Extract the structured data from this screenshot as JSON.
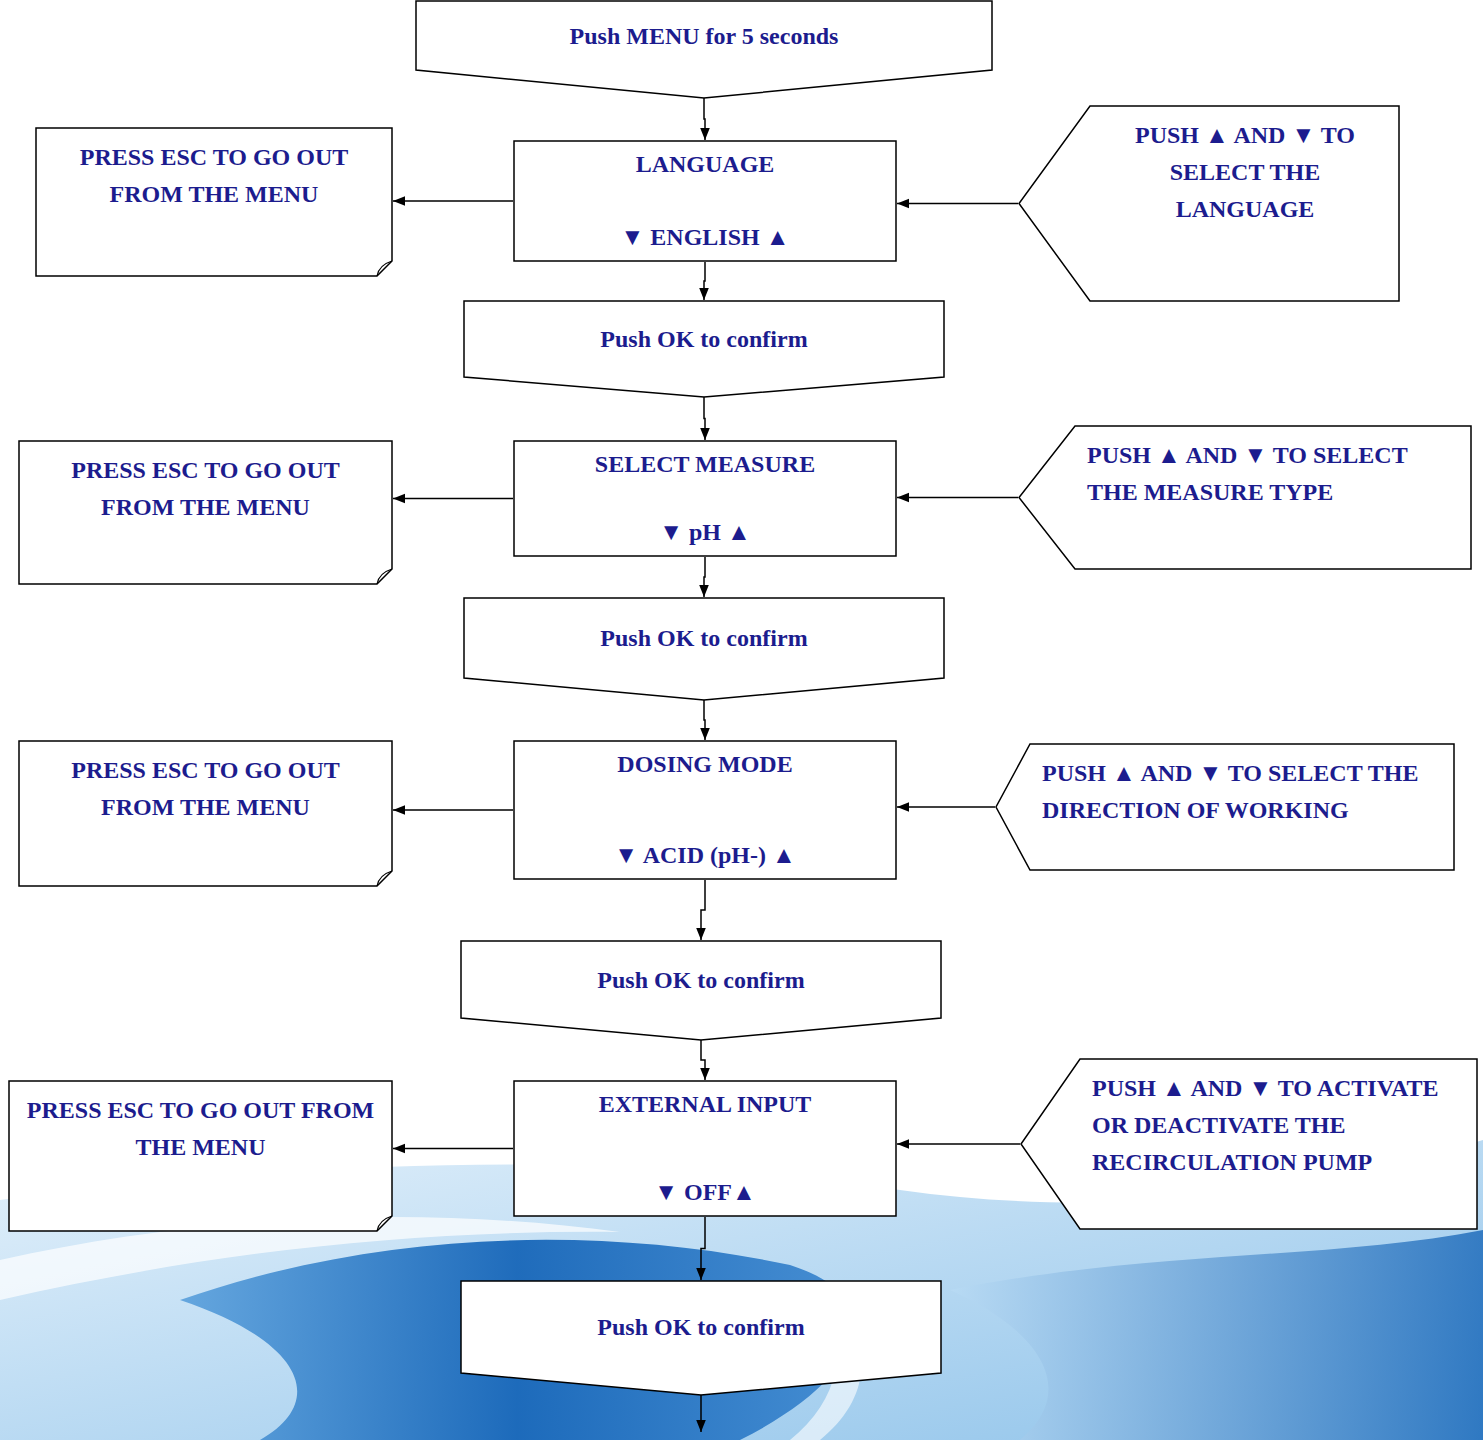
{
  "diagram": {
    "nodes": [
      {
        "text": [
          "Push MENU for 5 seconds"
        ]
      },
      {
        "text": [
          "PRESS ESC TO GO OUT FROM THE MENU"
        ]
      },
      {
        "text": [
          "LANGUAGE",
          "▼ ENGLISH ▲"
        ]
      },
      {
        "text": [
          "PUSH ▲ AND ▼ TO SELECT THE LANGUAGE"
        ]
      },
      {
        "text": [
          "Push OK to confirm"
        ]
      },
      {
        "text": [
          "PRESS ESC TO GO OUT FROM THE MENU"
        ]
      },
      {
        "text": [
          "SELECT MEASURE",
          "▼ pH ▲"
        ]
      },
      {
        "text": [
          "PUSH ▲ AND ▼ TO SELECT THE MEASURE TYPE"
        ]
      },
      {
        "text": [
          "Push OK to confirm"
        ]
      },
      {
        "text": [
          "PRESS ESC TO GO OUT FROM THE MENU"
        ]
      },
      {
        "text": [
          "DOSING MODE",
          "▼ ACID (pH-) ▲"
        ]
      },
      {
        "text": [
          "PUSH ▲ AND ▼ TO SELECT THE DIRECTION OF WORKING"
        ]
      },
      {
        "text": [
          "Push OK to confirm"
        ]
      },
      {
        "text": [
          "PRESS ESC TO GO OUT FROM THE MENU"
        ]
      },
      {
        "text": [
          "EXTERNAL INPUT",
          "▼ OFF▲"
        ]
      },
      {
        "text": [
          "PUSH ▲ AND ▼ TO ACTIVATE OR DEACTIVATE THE RECIRCULATION PUMP"
        ]
      },
      {
        "text": [
          "Push OK to confirm"
        ]
      }
    ],
    "edges": [
      {
        "from": 0,
        "to": 2,
        "arrow": "to"
      },
      {
        "from": 2,
        "to": 1,
        "arrow": "to"
      },
      {
        "from": 3,
        "to": 2,
        "arrow": "to"
      },
      {
        "from": 2,
        "to": 4,
        "arrow": "to"
      },
      {
        "from": 4,
        "to": 6,
        "arrow": "to"
      },
      {
        "from": 6,
        "to": 5,
        "arrow": "to"
      },
      {
        "from": 7,
        "to": 6,
        "arrow": "to"
      },
      {
        "from": 6,
        "to": 8,
        "arrow": "to"
      },
      {
        "from": 8,
        "to": 10,
        "arrow": "to"
      },
      {
        "from": 10,
        "to": 9,
        "arrow": "to"
      },
      {
        "from": 11,
        "to": 10,
        "arrow": "to"
      },
      {
        "from": 10,
        "to": 12,
        "arrow": "to"
      },
      {
        "from": 12,
        "to": 14,
        "arrow": "to"
      },
      {
        "from": 14,
        "to": 13,
        "arrow": "to"
      },
      {
        "from": 15,
        "to": 14,
        "arrow": "to"
      },
      {
        "from": 14,
        "to": 16,
        "arrow": "to"
      }
    ]
  }
}
